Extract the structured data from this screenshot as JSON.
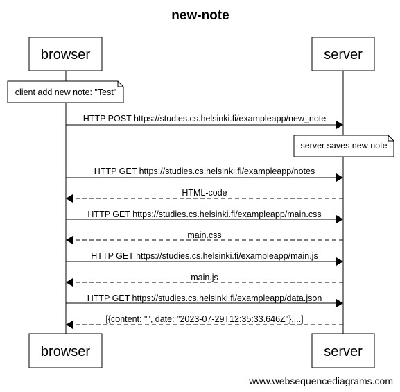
{
  "diagram": {
    "title": "new-note",
    "participants": [
      "browser",
      "server"
    ],
    "notes": [
      {
        "text": "client add new note: \"Test\"",
        "over": "browser"
      },
      {
        "text": "server saves new note",
        "over": "server"
      }
    ],
    "messages": [
      {
        "from": "browser",
        "to": "server",
        "text": "HTTP POST https://studies.cs.helsinki.fi/exampleapp/new_note",
        "style": "solid"
      },
      {
        "from": "browser",
        "to": "server",
        "text": "HTTP GET https://studies.cs.helsinki.fi/exampleapp/notes",
        "style": "solid"
      },
      {
        "from": "server",
        "to": "browser",
        "text": "HTML-code",
        "style": "dashed"
      },
      {
        "from": "browser",
        "to": "server",
        "text": "HTTP GET https://studies.cs.helsinki.fi/exampleapp/main.css",
        "style": "solid"
      },
      {
        "from": "server",
        "to": "browser",
        "text": "main.css",
        "style": "dashed"
      },
      {
        "from": "browser",
        "to": "server",
        "text": "HTTP GET https://studies.cs.helsinki.fi/exampleapp/main.js",
        "style": "solid"
      },
      {
        "from": "server",
        "to": "browser",
        "text": "main.js",
        "style": "dashed"
      },
      {
        "from": "browser",
        "to": "server",
        "text": "HTTP GET https://studies.cs.helsinki.fi/exampleapp/data.json",
        "style": "solid"
      },
      {
        "from": "server",
        "to": "browser",
        "text": "[{content: \"\", date: \"2023-07-29T12:35:33.646Z\"},...]",
        "style": "dashed"
      }
    ],
    "footer": "www.websequencediagrams.com"
  }
}
